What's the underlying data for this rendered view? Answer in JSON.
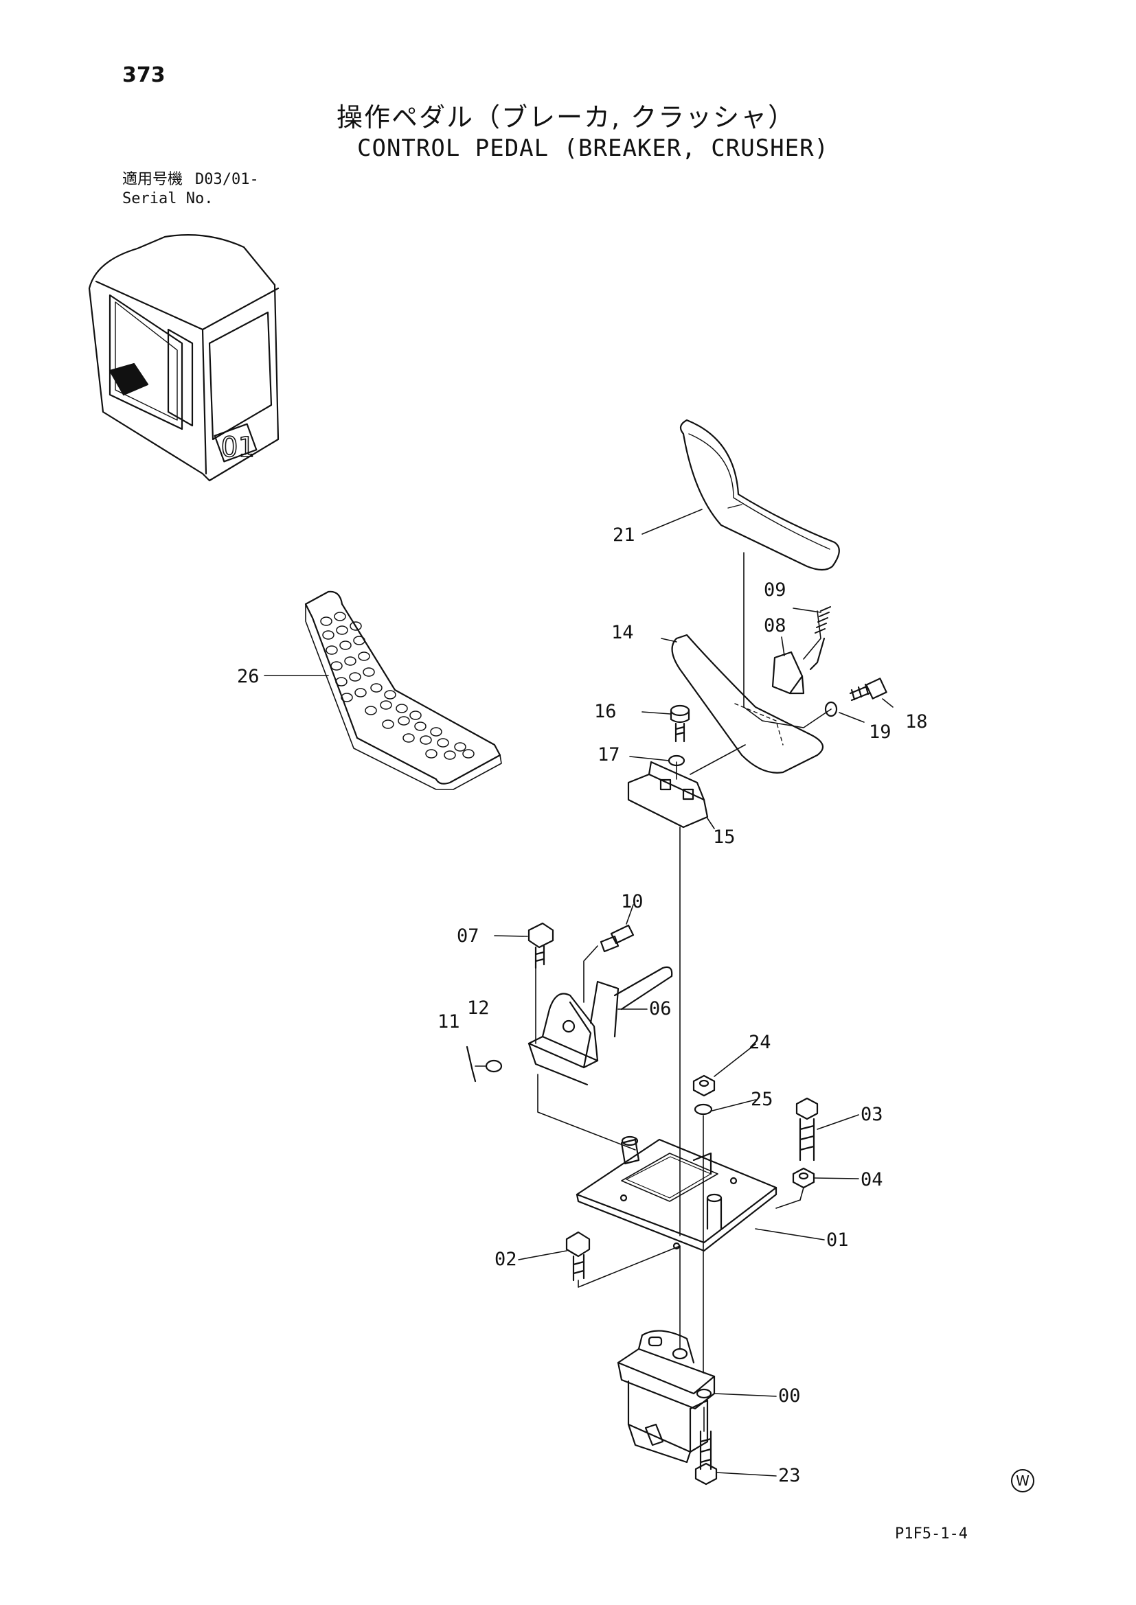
{
  "page_number": "373",
  "title_jp": "操作ペダル（ブレーカ, クラッシャ）",
  "title_en": "CONTROL PEDAL (BREAKER, CRUSHER)",
  "serial": {
    "label_jp": "適用号機",
    "label_en": "Serial No.",
    "value": "D03/01-"
  },
  "diagram_code": "P1F5-1-4",
  "w_mark": "W",
  "cab_label": "O1",
  "callouts": {
    "c00": "00",
    "c01": "01",
    "c02": "02",
    "c03": "03",
    "c04": "04",
    "c06": "06",
    "c07": "07",
    "c08": "08",
    "c09": "09",
    "c10": "10",
    "c11": "11",
    "c12": "12",
    "c14": "14",
    "c15": "15",
    "c16": "16",
    "c17": "17",
    "c18": "18",
    "c19": "19",
    "c21": "21",
    "c23": "23",
    "c24": "24",
    "c25": "25",
    "c26": "26"
  }
}
